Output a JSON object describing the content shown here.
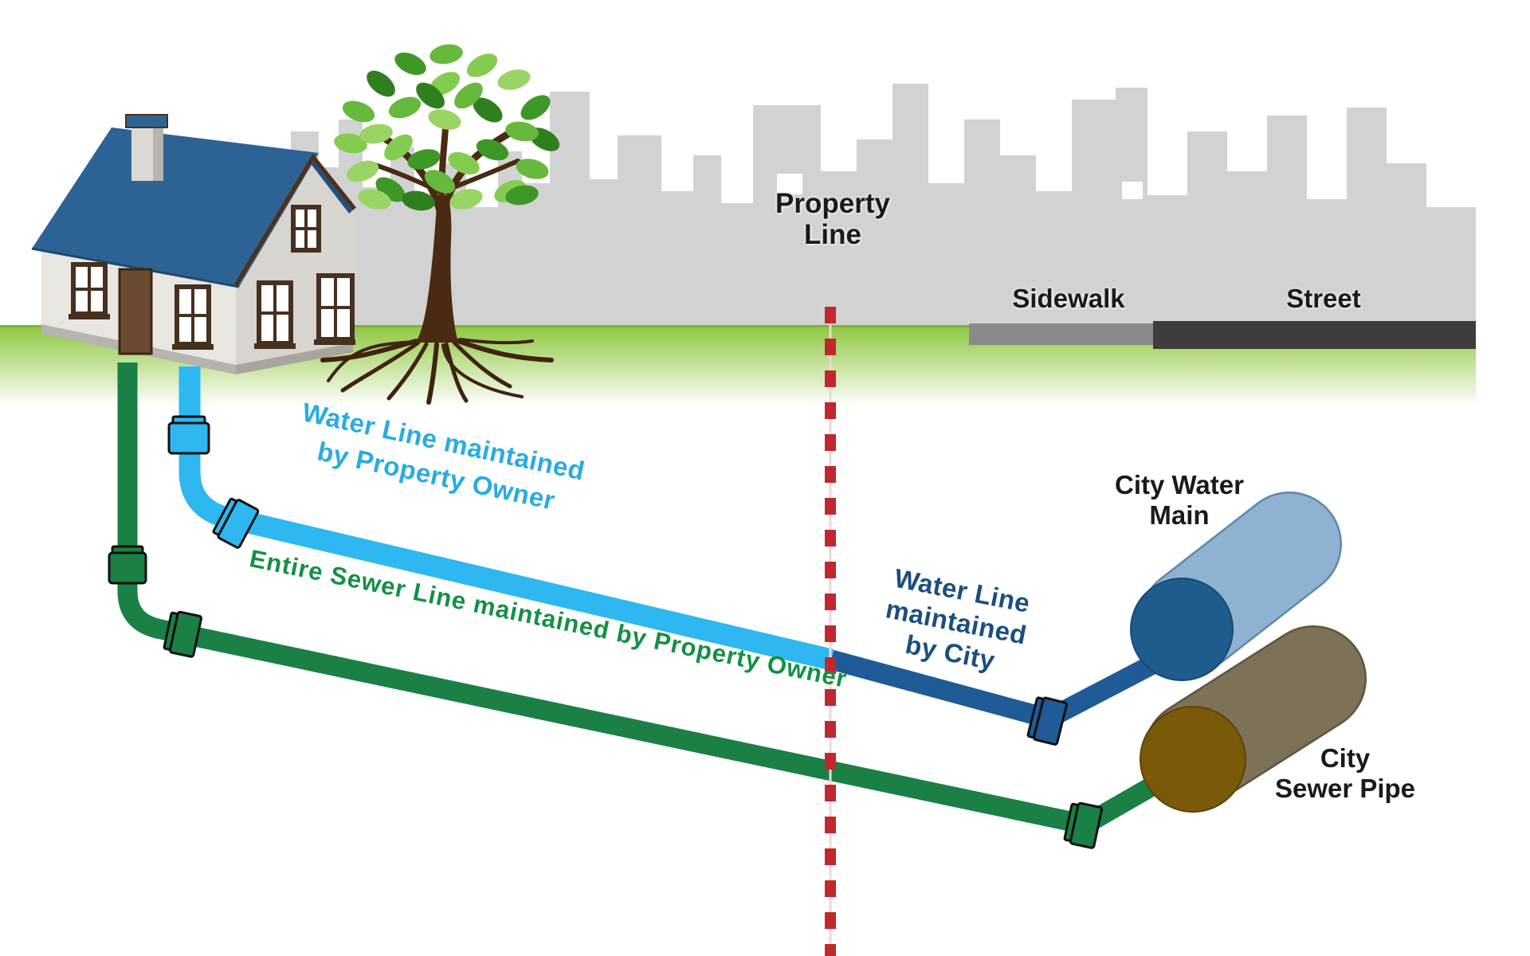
{
  "labels": {
    "property_line": {
      "line1": "Property",
      "line2": "Line"
    },
    "sidewalk": "Sidewalk",
    "street": "Street",
    "water_owner": {
      "line1": "Water Line maintained",
      "line2_prefix": "by ",
      "line2_bold": "Property Owner"
    },
    "water_city": {
      "line1": "Water Line",
      "line2": "maintained",
      "line3_prefix": "by ",
      "line3_bold": "City"
    },
    "sewer": {
      "prefix": "Entire Sewer Line maintained by ",
      "bold": "Property Owner"
    },
    "city_water_main": {
      "line1": "City Water",
      "line2": "Main"
    },
    "city_sewer_pipe": {
      "line1": "City",
      "line2": "Sewer Pipe"
    }
  },
  "colors": {
    "property_line_red": "#c1272d",
    "property_line_backing": "#f0d7d7",
    "water_owner_text": "#29abe2",
    "water_owner_pipe": "#2eb7f0",
    "water_city_text": "#1b4e7e",
    "water_city_pipe": "#1f5b96",
    "sewer_pipe_green": "#1a8045",
    "sewer_text_green": "#149043",
    "grass_green": "#8cc63e",
    "sidewalk_gray": "#8a8a8a",
    "street_gray": "#3d3d3d",
    "skyline_gray": "#d2d2d2",
    "house_roof_blue": "#2d6394",
    "water_main_body": "#8fb2d2",
    "water_main_cap": "#1d5c8c",
    "sewer_cyl_body": "#7d7257",
    "sewer_cyl_cap": "#7a5a08",
    "label_black": "#1a1a1a"
  }
}
